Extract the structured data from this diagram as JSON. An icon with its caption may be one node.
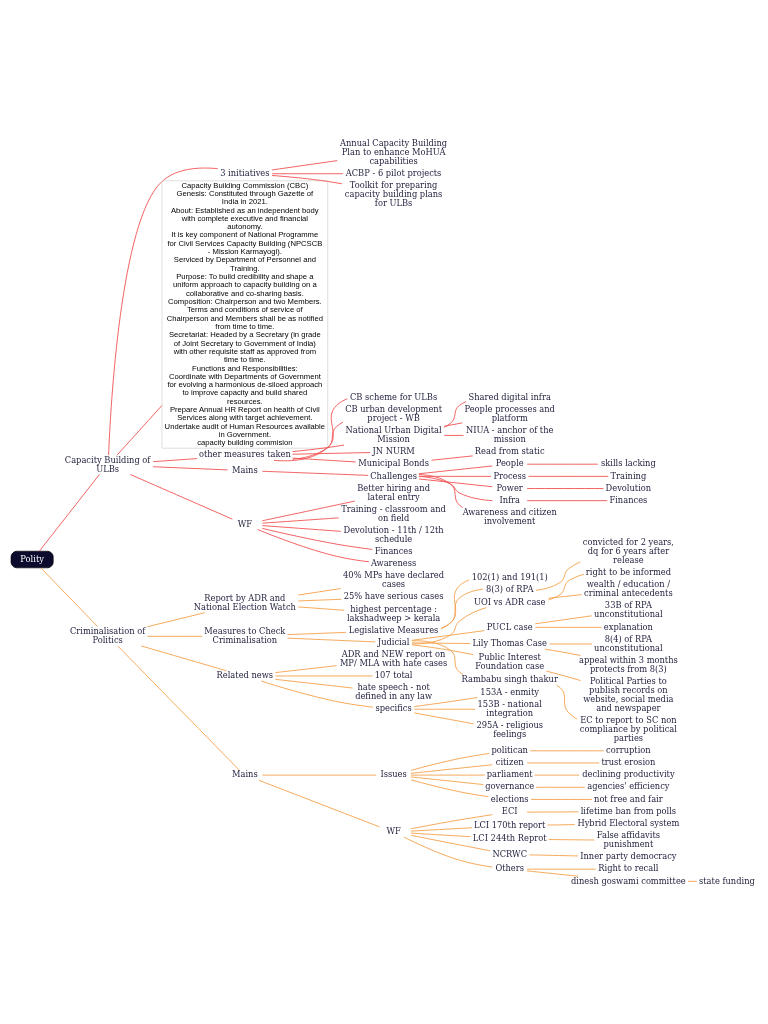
{
  "diagram": {
    "nodes": [
      {
        "text": [
          "Polity"
        ]
      },
      {
        "text": [
          "Capacity Building of ULBs"
        ]
      },
      {
        "text": [
          "3 initiatives"
        ]
      },
      {
        "text": [
          "Annual Capacity Building Plan to enhance MoHUA capabilities"
        ]
      },
      {
        "text": [
          "ACBP - 6 pilot projects"
        ]
      },
      {
        "text": [
          "Toolkit for preparing capacity building plans for ULBs"
        ]
      },
      {
        "text": [
          "Capacity Building Commission (CBC)",
          "Genesis: Constituted through Gazette of India in 2021.",
          "About: Established as an independent body with complete executive and financial autonomy.",
          "It is key component of National Programme for Civil Services Capacity Building (NPCSCB - Mission Karmayogi).",
          "Serviced by Department of Personnel and Training.",
          "Purpose: To build credibility and shape a uniform approach to capacity building on a collaborative and co-sharing basis.",
          "Composition: Chairperson and two Members.",
          "Terms and conditions of service of Chairperson and Members shall be as notified from time to time.",
          "Secretariat: Headed by a Secretary (in grade of Joint Secretary to Government of India) with other requisite staff as approved from time to time.",
          "Functions and Responsibilities:",
          "Coordinate with Departments of Government for evolving a harmonious de-siloed approach to improve capacity and build shared resources.",
          "Prepare Annual HR Report on health of Civil Services along with target achievement.",
          "Undertake audit of Human Resources available in Government.",
          "capacity building commision"
        ]
      },
      {
        "text": [
          "other measures taken"
        ]
      },
      {
        "text": [
          "CB scheme for ULBs"
        ]
      },
      {
        "text": [
          "CB urban development project - WB"
        ]
      },
      {
        "text": [
          "National Urban Digital Mission"
        ]
      },
      {
        "text": [
          "Shared digital infra"
        ]
      },
      {
        "text": [
          "People processes and platform"
        ]
      },
      {
        "text": [
          "NIUA - anchor of the mission"
        ]
      },
      {
        "text": [
          "JN NURM"
        ]
      },
      {
        "text": [
          "Municipal Bonds"
        ]
      },
      {
        "text": [
          "Read from static"
        ]
      },
      {
        "text": [
          "Mains"
        ]
      },
      {
        "text": [
          "Challenges"
        ]
      },
      {
        "text": [
          "People"
        ]
      },
      {
        "text": [
          "skills lacking"
        ]
      },
      {
        "text": [
          "Process"
        ]
      },
      {
        "text": [
          "Training"
        ]
      },
      {
        "text": [
          "Power"
        ]
      },
      {
        "text": [
          "Devolution"
        ]
      },
      {
        "text": [
          "Infra"
        ]
      },
      {
        "text": [
          "Finances"
        ]
      },
      {
        "text": [
          "Awareness and citizen involvement"
        ]
      },
      {
        "text": [
          "WF"
        ]
      },
      {
        "text": [
          "Better hiring and lateral entry"
        ]
      },
      {
        "text": [
          "Training - classroom and on field"
        ]
      },
      {
        "text": [
          "Devolution - 11th / 12th schedule"
        ]
      },
      {
        "text": [
          "Finances"
        ]
      },
      {
        "text": [
          "Awareness"
        ]
      },
      {
        "text": [
          "Criminalisation of Politics"
        ]
      },
      {
        "text": [
          "Report by ADR and National Election Watch"
        ]
      },
      {
        "text": [
          "40% MPs have declared cases"
        ]
      },
      {
        "text": [
          "25% have serious cases"
        ]
      },
      {
        "text": [
          "highest percentage : lakshadweep > kerala"
        ]
      },
      {
        "text": [
          "Measures to Check Criminalisation"
        ]
      },
      {
        "text": [
          "Legislative Measures"
        ]
      },
      {
        "text": [
          "102(1) and 191(1)"
        ]
      },
      {
        "text": [
          "8(3) of RPA"
        ]
      },
      {
        "text": [
          "convicted for 2 years, dq for 6 years after release"
        ]
      },
      {
        "text": [
          "Judicial"
        ]
      },
      {
        "text": [
          "UOI vs ADR case"
        ]
      },
      {
        "text": [
          "right to be informed"
        ]
      },
      {
        "text": [
          "wealth / education / criminal antecedents"
        ]
      },
      {
        "text": [
          "PUCL case"
        ]
      },
      {
        "text": [
          "33B of RPA unconstitutional"
        ]
      },
      {
        "text": [
          "explanation"
        ]
      },
      {
        "text": [
          "Lily Thomas Case"
        ]
      },
      {
        "text": [
          "8(4) of RPA unconstitutional"
        ]
      },
      {
        "text": [
          "appeal within 3 months protects from 8(3)"
        ]
      },
      {
        "text": [
          "Public Interest Foundation case"
        ]
      },
      {
        "text": [
          "Political Parties to publish records on website, social media and newspaper"
        ]
      },
      {
        "text": [
          "Rambabu singh thakur"
        ]
      },
      {
        "text": [
          "EC to report to SC non compliance by political parties"
        ]
      },
      {
        "text": [
          "Related news"
        ]
      },
      {
        "text": [
          "ADR and NEW report on MP/ MLA with hate cases"
        ]
      },
      {
        "text": [
          "107 total"
        ]
      },
      {
        "text": [
          "hate speech - not defined in any law"
        ]
      },
      {
        "text": [
          "specifics"
        ]
      },
      {
        "text": [
          "153A - enmity"
        ]
      },
      {
        "text": [
          "153B - national integration"
        ]
      },
      {
        "text": [
          "295A - religious feelings"
        ]
      },
      {
        "text": [
          "Mains"
        ]
      },
      {
        "text": [
          "Issues"
        ]
      },
      {
        "text": [
          "politican"
        ]
      },
      {
        "text": [
          "corruption"
        ]
      },
      {
        "text": [
          "citizen"
        ]
      },
      {
        "text": [
          "trust erosion"
        ]
      },
      {
        "text": [
          "parliament"
        ]
      },
      {
        "text": [
          "declining productivity"
        ]
      },
      {
        "text": [
          "governance"
        ]
      },
      {
        "text": [
          "agencies' efficiency"
        ]
      },
      {
        "text": [
          "elections"
        ]
      },
      {
        "text": [
          "not free and fair"
        ]
      },
      {
        "text": [
          "WF"
        ]
      },
      {
        "text": [
          "ECI"
        ]
      },
      {
        "text": [
          "lifetime ban from polls"
        ]
      },
      {
        "text": [
          "LCI 170th report"
        ]
      },
      {
        "text": [
          "Hybrid Electoral system"
        ]
      },
      {
        "text": [
          "LCI 244th Reprot"
        ]
      },
      {
        "text": [
          "False affidavits punishment"
        ]
      },
      {
        "text": [
          "NCRWC"
        ]
      },
      {
        "text": [
          "Inner party democracy"
        ]
      },
      {
        "text": [
          "Others"
        ]
      },
      {
        "text": [
          "Right to recall"
        ]
      },
      {
        "text": [
          "dinesh goswami committee"
        ]
      },
      {
        "text": [
          "state funding"
        ]
      }
    ],
    "edges": [
      {
        "from": 0,
        "to": 1,
        "arrow": "none",
        "color": "#f25252"
      },
      {
        "from": 1,
        "to": 2,
        "arrow": "none",
        "color": "#f25252"
      },
      {
        "from": 2,
        "to": 3,
        "arrow": "none",
        "color": "#f25252"
      },
      {
        "from": 2,
        "to": 4,
        "arrow": "none",
        "color": "#f25252"
      },
      {
        "from": 2,
        "to": 5,
        "arrow": "none",
        "color": "#f25252"
      },
      {
        "from": 1,
        "to": 6,
        "arrow": "none",
        "color": "#f25252"
      },
      {
        "from": 1,
        "to": 7,
        "arrow": "none",
        "color": "#f25252"
      },
      {
        "from": 7,
        "to": 8,
        "arrow": "none",
        "color": "#f25252"
      },
      {
        "from": 7,
        "to": 9,
        "arrow": "none",
        "color": "#f25252"
      },
      {
        "from": 7,
        "to": 10,
        "arrow": "none",
        "color": "#f25252"
      },
      {
        "from": 10,
        "to": 11,
        "arrow": "none",
        "color": "#f25252"
      },
      {
        "from": 10,
        "to": 12,
        "arrow": "none",
        "color": "#f25252"
      },
      {
        "from": 10,
        "to": 13,
        "arrow": "none",
        "color": "#f25252"
      },
      {
        "from": 7,
        "to": 14,
        "arrow": "none",
        "color": "#f25252"
      },
      {
        "from": 7,
        "to": 15,
        "arrow": "none",
        "color": "#f25252"
      },
      {
        "from": 15,
        "to": 16,
        "arrow": "none",
        "color": "#f25252"
      },
      {
        "from": 1,
        "to": 17,
        "arrow": "none",
        "color": "#f25252"
      },
      {
        "from": 17,
        "to": 18,
        "arrow": "none",
        "color": "#f25252"
      },
      {
        "from": 18,
        "to": 19,
        "arrow": "none",
        "color": "#f25252"
      },
      {
        "from": 19,
        "to": 20,
        "arrow": "none",
        "color": "#f25252"
      },
      {
        "from": 18,
        "to": 21,
        "arrow": "none",
        "color": "#f25252"
      },
      {
        "from": 21,
        "to": 22,
        "arrow": "none",
        "color": "#f25252"
      },
      {
        "from": 18,
        "to": 23,
        "arrow": "none",
        "color": "#f25252"
      },
      {
        "from": 23,
        "to": 24,
        "arrow": "none",
        "color": "#f25252"
      },
      {
        "from": 18,
        "to": 25,
        "arrow": "none",
        "color": "#f25252"
      },
      {
        "from": 25,
        "to": 26,
        "arrow": "none",
        "color": "#f25252"
      },
      {
        "from": 18,
        "to": 27,
        "arrow": "none",
        "color": "#f25252"
      },
      {
        "from": 1,
        "to": 28,
        "arrow": "none",
        "color": "#f25252"
      },
      {
        "from": 28,
        "to": 29,
        "arrow": "none",
        "color": "#f25252"
      },
      {
        "from": 28,
        "to": 30,
        "arrow": "none",
        "color": "#f25252"
      },
      {
        "from": 28,
        "to": 31,
        "arrow": "none",
        "color": "#f25252"
      },
      {
        "from": 28,
        "to": 32,
        "arrow": "none",
        "color": "#f25252"
      },
      {
        "from": 28,
        "to": 33,
        "arrow": "none",
        "color": "#f25252"
      },
      {
        "from": 0,
        "to": 34,
        "arrow": "none"
      },
      {
        "from": 34,
        "to": 35,
        "arrow": "none"
      },
      {
        "from": 35,
        "to": 36,
        "arrow": "none"
      },
      {
        "from": 35,
        "to": 37,
        "arrow": "none"
      },
      {
        "from": 35,
        "to": 38,
        "arrow": "none"
      },
      {
        "from": 34,
        "to": 39,
        "arrow": "none"
      },
      {
        "from": 39,
        "to": 40,
        "arrow": "none"
      },
      {
        "from": 40,
        "to": 41,
        "arrow": "none"
      },
      {
        "from": 40,
        "to": 42,
        "arrow": "none"
      },
      {
        "from": 42,
        "to": 43,
        "arrow": "none"
      },
      {
        "from": 39,
        "to": 44,
        "arrow": "none"
      },
      {
        "from": 44,
        "to": 45,
        "arrow": "none"
      },
      {
        "from": 45,
        "to": 46,
        "arrow": "none"
      },
      {
        "from": 45,
        "to": 47,
        "arrow": "none"
      },
      {
        "from": 44,
        "to": 48,
        "arrow": "none"
      },
      {
        "from": 48,
        "to": 49,
        "arrow": "none"
      },
      {
        "from": 48,
        "to": 50,
        "arrow": "none"
      },
      {
        "from": 44,
        "to": 51,
        "arrow": "none"
      },
      {
        "from": 51,
        "to": 52,
        "arrow": "none"
      },
      {
        "from": 51,
        "to": 53,
        "arrow": "none"
      },
      {
        "from": 44,
        "to": 54,
        "arrow": "none"
      },
      {
        "from": 54,
        "to": 55,
        "arrow": "none"
      },
      {
        "from": 44,
        "to": 56,
        "arrow": "none"
      },
      {
        "from": 56,
        "to": 57,
        "arrow": "none"
      },
      {
        "from": 34,
        "to": 58,
        "arrow": "none"
      },
      {
        "from": 58,
        "to": 59,
        "arrow": "none"
      },
      {
        "from": 58,
        "to": 60,
        "arrow": "none"
      },
      {
        "from": 58,
        "to": 61,
        "arrow": "none"
      },
      {
        "from": 58,
        "to": 62,
        "arrow": "none"
      },
      {
        "from": 62,
        "to": 63,
        "arrow": "none"
      },
      {
        "from": 62,
        "to": 64,
        "arrow": "none"
      },
      {
        "from": 62,
        "to": 65,
        "arrow": "none"
      },
      {
        "from": 34,
        "to": 66,
        "arrow": "none"
      },
      {
        "from": 66,
        "to": 67,
        "arrow": "none"
      },
      {
        "from": 67,
        "to": 68,
        "arrow": "none"
      },
      {
        "from": 68,
        "to": 69,
        "arrow": "none"
      },
      {
        "from": 67,
        "to": 70,
        "arrow": "none"
      },
      {
        "from": 70,
        "to": 71,
        "arrow": "none"
      },
      {
        "from": 67,
        "to": 72,
        "arrow": "none"
      },
      {
        "from": 72,
        "to": 73,
        "arrow": "none"
      },
      {
        "from": 67,
        "to": 74,
        "arrow": "none"
      },
      {
        "from": 74,
        "to": 75,
        "arrow": "none"
      },
      {
        "from": 67,
        "to": 76,
        "arrow": "none"
      },
      {
        "from": 76,
        "to": 77,
        "arrow": "none"
      },
      {
        "from": 66,
        "to": 78,
        "arrow": "none"
      },
      {
        "from": 78,
        "to": 79,
        "arrow": "none"
      },
      {
        "from": 79,
        "to": 80,
        "arrow": "none"
      },
      {
        "from": 78,
        "to": 81,
        "arrow": "none"
      },
      {
        "from": 81,
        "to": 82,
        "arrow": "none"
      },
      {
        "from": 78,
        "to": 83,
        "arrow": "none"
      },
      {
        "from": 83,
        "to": 84,
        "arrow": "none"
      },
      {
        "from": 78,
        "to": 85,
        "arrow": "none"
      },
      {
        "from": 85,
        "to": 86,
        "arrow": "none"
      },
      {
        "from": 78,
        "to": 87,
        "arrow": "none"
      },
      {
        "from": 87,
        "to": 88,
        "arrow": "none"
      },
      {
        "from": 87,
        "to": 89,
        "arrow": "none"
      },
      {
        "from": 89,
        "to": 90,
        "arrow": "none"
      }
    ]
  }
}
